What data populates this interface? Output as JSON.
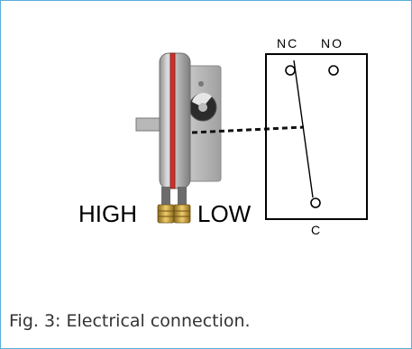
{
  "diagram": {
    "pressure_labels": {
      "high": "HIGH",
      "low": "LOW"
    },
    "terminal_labels": {
      "nc": "NC",
      "no": "NO",
      "c": "C"
    },
    "colors": {
      "frame": "#5aaed8",
      "diaphragm_red": "#d0302a",
      "fitting_gold": "#c99a2e"
    }
  },
  "caption": "Fig. 3: Electrical connection."
}
